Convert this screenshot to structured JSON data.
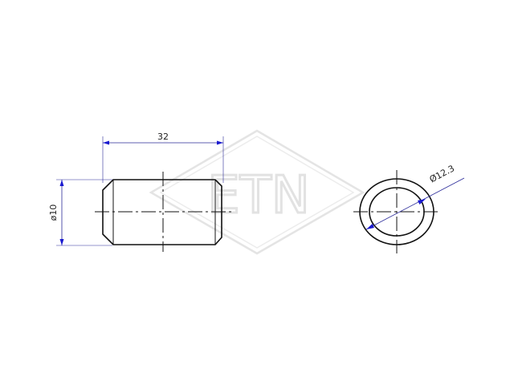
{
  "watermark": {
    "text": "ETN"
  },
  "drawing": {
    "length_dimension": "32",
    "diameter_dimension": "ø10",
    "circle_dimension": "Ø12.3"
  },
  "colors": {
    "outline": "#111111",
    "dimension_line": "#2a2a99",
    "arrowhead": "#1a1ad0",
    "watermark": "#e2e2e2"
  }
}
